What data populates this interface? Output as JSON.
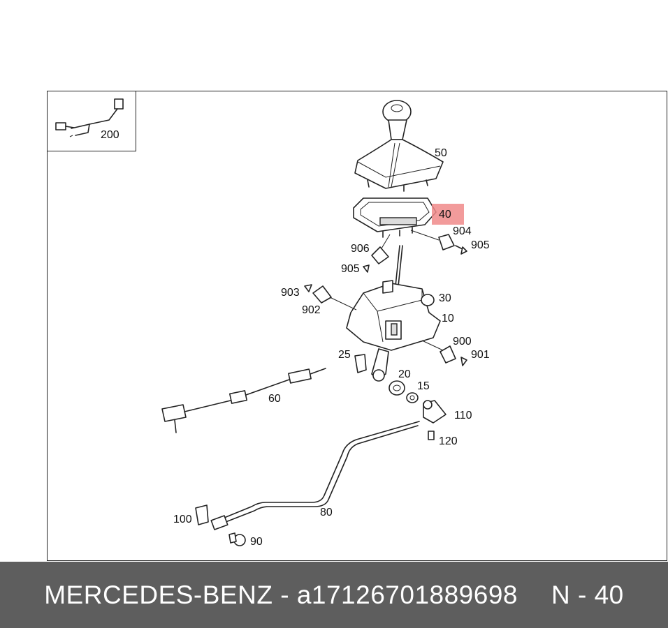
{
  "callouts": [
    {
      "id": "c200",
      "text": "200"
    },
    {
      "id": "c50",
      "text": "50"
    },
    {
      "id": "c40",
      "text": "40",
      "highlighted": true
    },
    {
      "id": "c904",
      "text": "904"
    },
    {
      "id": "c905a",
      "text": "905"
    },
    {
      "id": "c906",
      "text": "906"
    },
    {
      "id": "c905b",
      "text": "905"
    },
    {
      "id": "c903",
      "text": "903"
    },
    {
      "id": "c902",
      "text": "902"
    },
    {
      "id": "c30",
      "text": "30"
    },
    {
      "id": "c10",
      "text": "10"
    },
    {
      "id": "c900",
      "text": "900"
    },
    {
      "id": "c901",
      "text": "901"
    },
    {
      "id": "c25",
      "text": "25"
    },
    {
      "id": "c20",
      "text": "20"
    },
    {
      "id": "c15",
      "text": "15"
    },
    {
      "id": "c60",
      "text": "60"
    },
    {
      "id": "c110",
      "text": "110"
    },
    {
      "id": "c120",
      "text": "120"
    },
    {
      "id": "c100",
      "text": "100"
    },
    {
      "id": "c80",
      "text": "80"
    },
    {
      "id": "c90",
      "text": "90"
    }
  ],
  "highlight_color": "#f08a8a",
  "footer": {
    "brand": "MERCEDES-BENZ",
    "separator": "-",
    "part_number": "a17126701889698",
    "position": "N - 40"
  }
}
